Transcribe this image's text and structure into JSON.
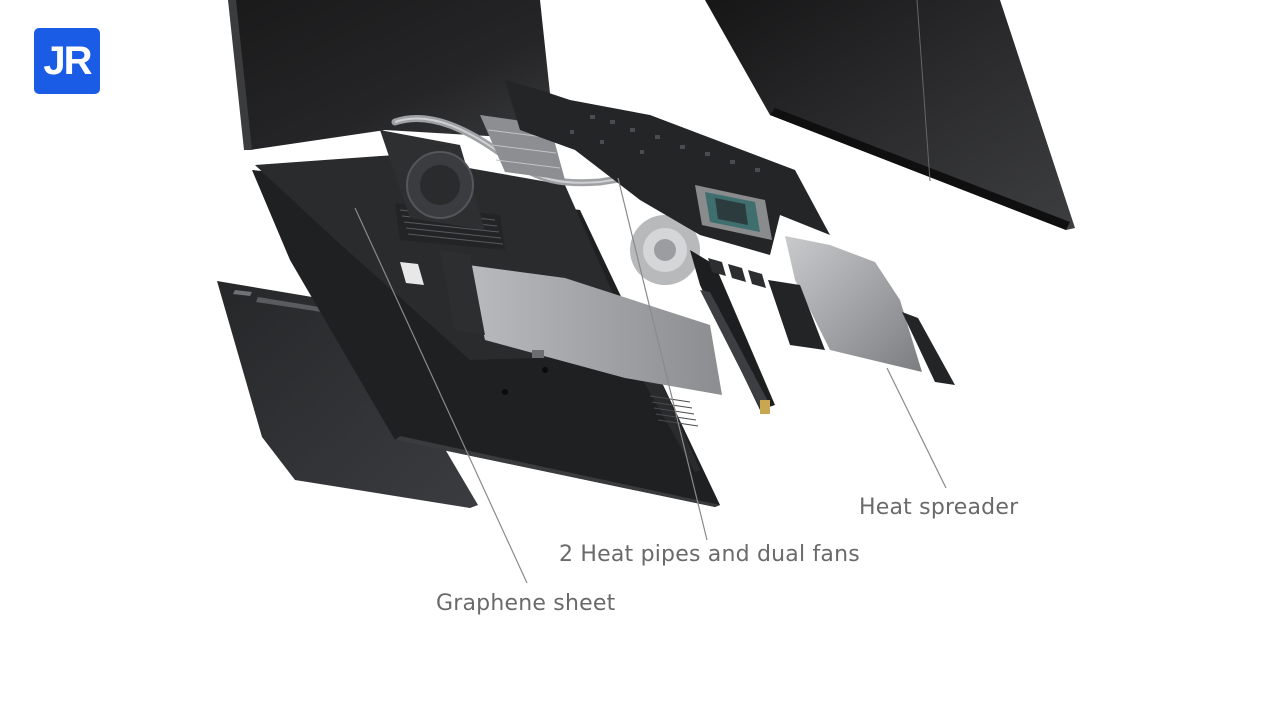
{
  "logo": {
    "text": "JR",
    "background_color": "#1a5ce6",
    "text_color": "#ffffff"
  },
  "scene": {
    "subject": "exploded-view-laptop",
    "background_color": "#ffffff"
  },
  "callouts": [
    {
      "label": "Heat spreader"
    },
    {
      "label": "2 Heat pipes and dual fans"
    },
    {
      "label": "Graphene sheet"
    }
  ],
  "colors": {
    "label_text": "#6a6a6a",
    "leader_line": "#8a8a8a",
    "chassis_dark": "#1c1d1f",
    "panel_dark": "#2a2b2e",
    "metal_gray": "#9a9b9e"
  }
}
